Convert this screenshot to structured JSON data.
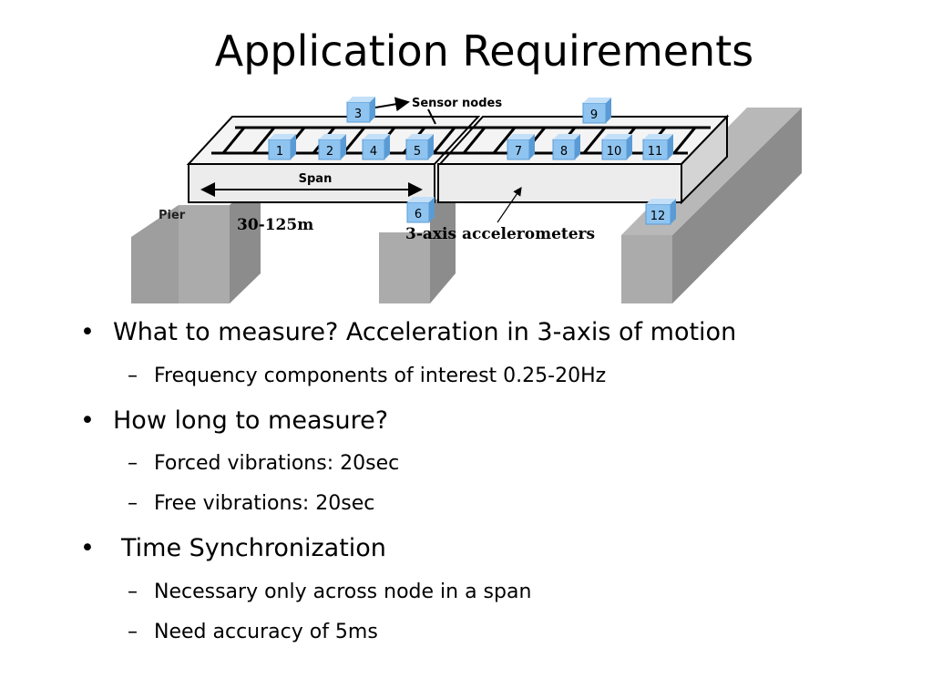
{
  "slide": {
    "title": "Application Requirements"
  },
  "diagram": {
    "sensor_nodes_label": "Sensor nodes",
    "span_label": "Span",
    "pier_label": "Pier",
    "span_length_label": "30-125m",
    "accelerometers_label": "3-axis accelerometers",
    "node_ids": [
      "1",
      "2",
      "3",
      "4",
      "5",
      "6",
      "7",
      "8",
      "9",
      "10",
      "11",
      "12"
    ],
    "colors": {
      "node_fill": "#8fc4f0",
      "node_top": "#c3e0f8",
      "node_side": "#5a9bd6",
      "pier": "#9a9a9a",
      "deck": "#efefef"
    }
  },
  "bullets": [
    {
      "text": "What to measure? Acceleration in 3-axis of motion",
      "sub": [
        "Frequency components of interest 0.25-20Hz"
      ]
    },
    {
      "text": "How long to measure?",
      "sub": [
        "Forced vibrations: 20sec",
        "Free vibrations: 20sec"
      ]
    },
    {
      "text": "Time Synchronization",
      "sub": [
        "Necessary only across node in a span",
        "Need accuracy of 5ms"
      ]
    }
  ]
}
